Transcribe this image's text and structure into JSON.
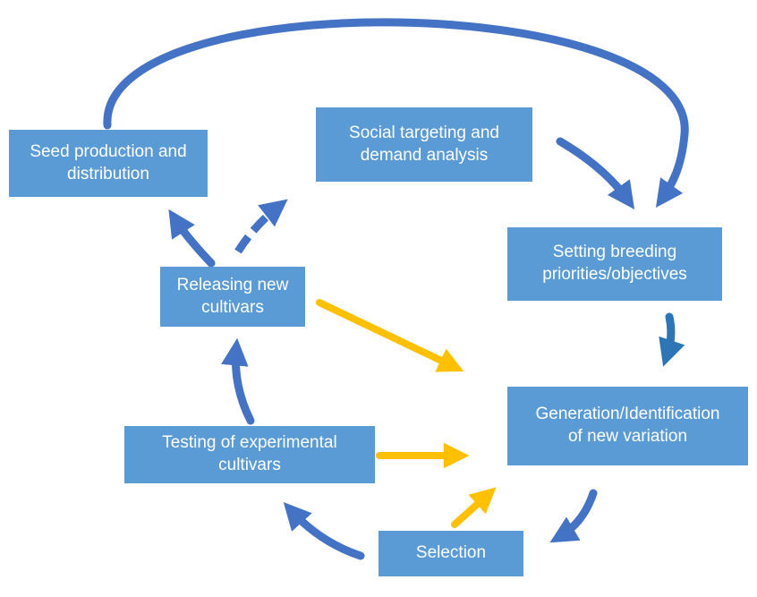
{
  "colors": {
    "box_fill": "#5b9bd5",
    "box_text": "#ffffff",
    "arrow_blue": "#4472c4",
    "arrow_blue_dark": "#2e75b6",
    "arrow_yellow": "#ffc000"
  },
  "boxes": {
    "seed": "Seed production and\ndistribution",
    "social": "Social targeting and\ndemand analysis",
    "setting": "Setting breeding\npriorities/objectives",
    "releasing": "Releasing new\ncultivars",
    "generation": "Generation/Identification\nof new variation",
    "testing": "Testing of experimental\ncultivars",
    "selection": "Selection"
  },
  "connections": [
    {
      "from": "seed",
      "to": "setting",
      "style": "solid",
      "color": "blue"
    },
    {
      "from": "social",
      "to": "setting",
      "style": "solid",
      "color": "blue"
    },
    {
      "from": "setting",
      "to": "generation",
      "style": "solid",
      "color": "dark-blue"
    },
    {
      "from": "generation",
      "to": "selection",
      "style": "solid",
      "color": "blue"
    },
    {
      "from": "selection",
      "to": "testing",
      "style": "solid",
      "color": "blue"
    },
    {
      "from": "testing",
      "to": "releasing",
      "style": "solid",
      "color": "blue"
    },
    {
      "from": "releasing",
      "to": "seed",
      "style": "solid",
      "color": "blue"
    },
    {
      "from": "releasing",
      "to": "social",
      "style": "dashed",
      "color": "blue"
    },
    {
      "from": "releasing",
      "to": "generation",
      "style": "solid",
      "color": "yellow"
    },
    {
      "from": "testing",
      "to": "generation",
      "style": "solid",
      "color": "yellow"
    },
    {
      "from": "selection",
      "to": "generation",
      "style": "solid",
      "color": "yellow"
    }
  ]
}
